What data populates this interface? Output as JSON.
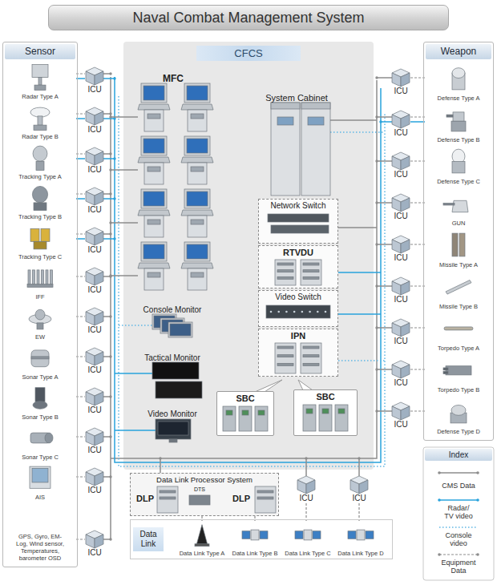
{
  "diagram": {
    "title": "Naval Combat Management System",
    "nodes": [
      {
        "text": [
          "Sensor"
        ]
      },
      {
        "text": [
          "Radar Type A"
        ],
        "in": 0
      },
      {
        "text": [
          "Radar Type B"
        ],
        "in": 0
      },
      {
        "text": [
          "Tracking Type A"
        ],
        "in": 0
      },
      {
        "text": [
          "Tracking Type B"
        ],
        "in": 0
      },
      {
        "text": [
          "Tracking Type C"
        ],
        "in": 0
      },
      {
        "text": [
          "IFF"
        ],
        "in": 0
      },
      {
        "text": [
          "EW"
        ],
        "in": 0
      },
      {
        "text": [
          "Sonar Type A"
        ],
        "in": 0
      },
      {
        "text": [
          "Sonar Type B"
        ],
        "in": 0
      },
      {
        "text": [
          "Sonar Type C"
        ],
        "in": 0
      },
      {
        "text": [
          "AIS"
        ],
        "in": 0
      },
      {
        "text": [
          "GPS, Gyro, EM-Log, Wind sensor, Temperatures, barometer OSD"
        ],
        "in": 0
      },
      {
        "text": [
          "ICU"
        ]
      },
      {
        "text": [
          "ICU"
        ]
      },
      {
        "text": [
          "ICU"
        ]
      },
      {
        "text": [
          "ICU"
        ]
      },
      {
        "text": [
          "ICU"
        ]
      },
      {
        "text": [
          "ICU"
        ]
      },
      {
        "text": [
          "ICU"
        ]
      },
      {
        "text": [
          "ICU"
        ]
      },
      {
        "text": [
          "ICU"
        ]
      },
      {
        "text": [
          "ICU"
        ]
      },
      {
        "text": [
          "ICU"
        ]
      },
      {
        "text": [
          "ICU"
        ]
      },
      {
        "text": [
          "CFCS"
        ]
      },
      {
        "text": [
          "Network Switch"
        ],
        "in": 25
      },
      {
        "text": [
          "RTVDU"
        ],
        "in": 25
      },
      {
        "text": [
          "Video Switch"
        ],
        "in": 25
      },
      {
        "text": [
          "IPN"
        ],
        "in": 25
      },
      {
        "text": [
          "SBC"
        ],
        "in": 25
      },
      {
        "text": [
          "SBC"
        ],
        "in": 25
      },
      {
        "text": [
          "Weapon"
        ]
      },
      {
        "text": [
          "Defense Type A"
        ],
        "in": 32
      },
      {
        "text": [
          "Defense Type B"
        ],
        "in": 32
      },
      {
        "text": [
          "Defense Type C"
        ],
        "in": 32
      },
      {
        "text": [
          "GUN"
        ],
        "in": 32
      },
      {
        "text": [
          "Missile Type A"
        ],
        "in": 32
      },
      {
        "text": [
          "Missile Type B"
        ],
        "in": 32
      },
      {
        "text": [
          "Torpedo Type A"
        ],
        "in": 32
      },
      {
        "text": [
          "Torpedo Type B"
        ],
        "in": 32
      },
      {
        "text": [
          "Defense Type D"
        ],
        "in": 32
      },
      {
        "text": [
          "ICU"
        ]
      },
      {
        "text": [
          "ICU"
        ]
      },
      {
        "text": [
          "ICU"
        ]
      },
      {
        "text": [
          "ICU"
        ]
      },
      {
        "text": [
          "ICU"
        ]
      },
      {
        "text": [
          "ICU"
        ]
      },
      {
        "text": [
          "ICU"
        ]
      },
      {
        "text": [
          "ICU"
        ]
      },
      {
        "text": [
          "ICU"
        ]
      },
      {
        "text": [
          "Data Link Processor System",
          "DLP",
          "DTS",
          "DLP"
        ]
      },
      {
        "text": [
          "ICU"
        ]
      },
      {
        "text": [
          "ICU"
        ]
      },
      {
        "text": [
          "Data Link"
        ]
      },
      {
        "text": [
          "Data Link Type A"
        ],
        "in": 54
      },
      {
        "text": [
          "Data Link Type B"
        ],
        "in": 54
      },
      {
        "text": [
          "Data Link Type C"
        ],
        "in": 54
      },
      {
        "text": [
          "Data Link Type D"
        ],
        "in": 54
      }
    ],
    "edges": [
      {
        "from": 1,
        "to": 13,
        "arrow": "none"
      },
      {
        "from": 2,
        "to": 14,
        "arrow": "none"
      },
      {
        "from": 3,
        "to": 15,
        "arrow": "none"
      },
      {
        "from": 4,
        "to": 16,
        "arrow": "none"
      },
      {
        "from": 5,
        "to": 17,
        "arrow": "none"
      },
      {
        "from": 6,
        "to": 18,
        "arrow": "none"
      },
      {
        "from": 7,
        "to": 19,
        "arrow": "none"
      },
      {
        "from": 8,
        "to": 20,
        "arrow": "none"
      },
      {
        "from": 9,
        "to": 21,
        "arrow": "none"
      },
      {
        "from": 10,
        "to": 22,
        "arrow": "none"
      },
      {
        "from": 11,
        "to": 23,
        "arrow": "none"
      },
      {
        "from": 12,
        "to": 24,
        "arrow": "none"
      },
      {
        "from": 1,
        "to": 13,
        "arrow": "none"
      },
      {
        "from": 2,
        "to": 14,
        "arrow": "none"
      },
      {
        "from": 3,
        "to": 15,
        "arrow": "none"
      },
      {
        "from": 4,
        "to": 16,
        "arrow": "none"
      },
      {
        "from": 5,
        "to": 17,
        "arrow": "none"
      },
      {
        "from": 33,
        "to": 42,
        "arrow": "none"
      },
      {
        "from": 34,
        "to": 43,
        "arrow": "none"
      },
      {
        "from": 35,
        "to": 44,
        "arrow": "none"
      },
      {
        "from": 36,
        "to": 45,
        "arrow": "none"
      },
      {
        "from": 37,
        "to": 46,
        "arrow": "none"
      },
      {
        "from": 38,
        "to": 47,
        "arrow": "none"
      },
      {
        "from": 39,
        "to": 48,
        "arrow": "none"
      },
      {
        "from": 40,
        "to": 49,
        "arrow": "none"
      },
      {
        "from": 41,
        "to": 50,
        "arrow": "none"
      },
      {
        "from": 34,
        "to": 43,
        "arrow": "none"
      },
      {
        "from": 51,
        "to": 55,
        "arrow": "none"
      },
      {
        "from": 51,
        "to": 56,
        "arrow": "none"
      },
      {
        "from": 52,
        "to": 57,
        "arrow": "none"
      },
      {
        "from": 53,
        "to": 58,
        "arrow": "none"
      }
    ],
    "labels": [
      "MFC",
      "Console Monitor",
      "Tactical Monitor",
      "Video Monitor",
      "System Cabinet",
      "Index"
    ],
    "legend": [
      {
        "text": "CMS Data"
      },
      {
        "text": "Radar/ TV video"
      },
      {
        "text": "Console video"
      },
      {
        "text": "Equipment Data"
      }
    ]
  }
}
